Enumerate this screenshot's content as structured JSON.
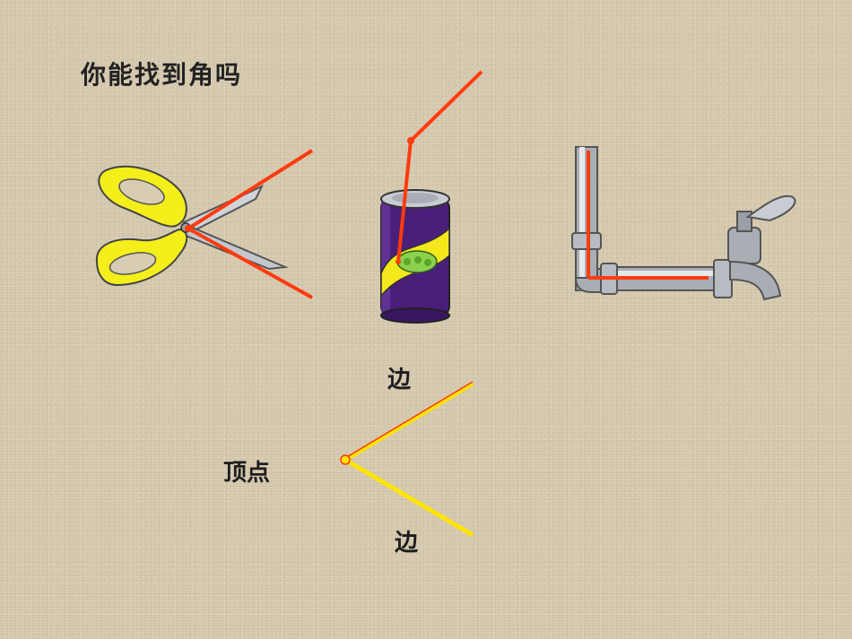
{
  "title": "你能找到角吗",
  "labels": {
    "edge_top": "边",
    "vertex": "顶点",
    "edge_bottom": "边"
  },
  "images": {
    "scissors": "scissors-picture",
    "can": "soda-can-with-straw-picture",
    "faucet": "water-faucet-pipe-picture"
  },
  "colors": {
    "angle_line": "#ff3b10",
    "diagram_yellow": "#ffe400",
    "background": "#d8ccb2"
  }
}
